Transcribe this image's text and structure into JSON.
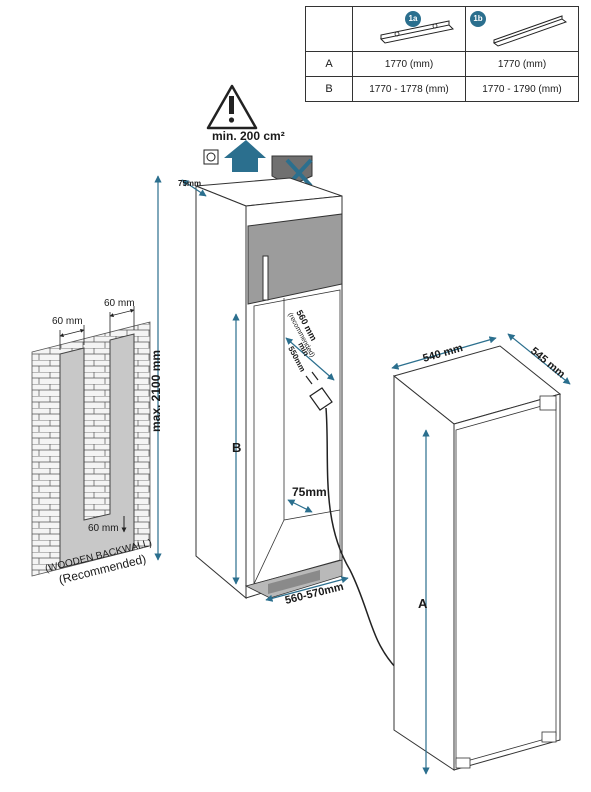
{
  "table": {
    "col1_badge": "1a",
    "col2_badge": "1b",
    "rows": [
      {
        "label": "A",
        "col1": "1770 (mm)",
        "col2": "1770 (mm)"
      },
      {
        "label": "B",
        "col1": "1770 - 1778  (mm)",
        "col2": "1770 - 1790 (mm)"
      }
    ]
  },
  "ventilation": {
    "min_area": "min. 200 cm²"
  },
  "cabinet": {
    "top_gap": "75mm",
    "max_height": "max. 2100 mm",
    "niche_width_rec": "560 mm",
    "niche_width_rec_note": "(recommended)",
    "niche_width_min_prefix": "min",
    "niche_width_min": "550mm",
    "height_label": "B",
    "rear_gap": "75mm",
    "base_width": "560-570mm"
  },
  "backwall": {
    "strip_left": "60 mm",
    "strip_right": "60 mm",
    "bottom": "60 mm",
    "label1": "(WOODEN BACKWALL)",
    "label2": "(Recommended)"
  },
  "fridge": {
    "width": "540 mm",
    "depth": "545 mm",
    "height_label": "A"
  },
  "colors": {
    "accent": "#2b6f8e",
    "cabinet_door": "#9c9c9c",
    "backwall": "#c8c8c8"
  }
}
